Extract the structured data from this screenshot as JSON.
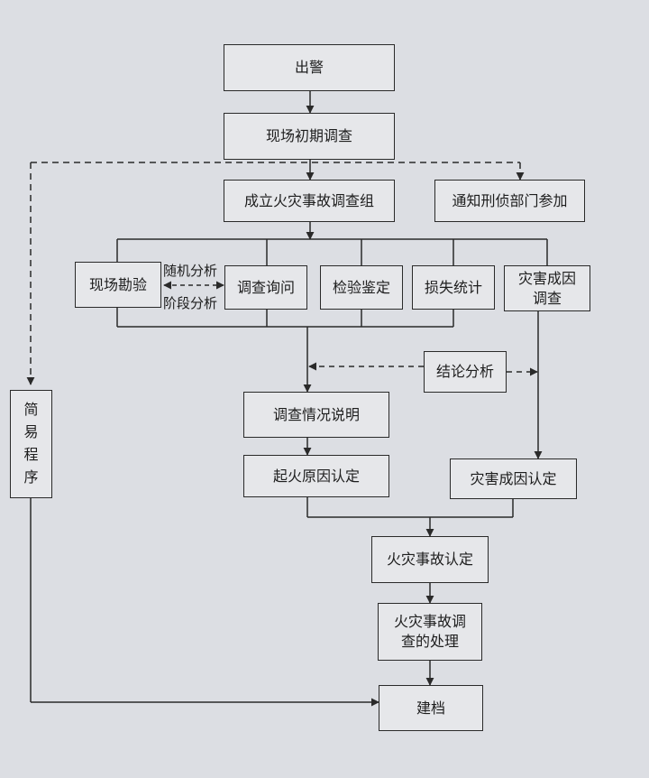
{
  "nodes": {
    "dispatch": "出警",
    "initial_survey": "现场初期调查",
    "form_team": "成立火灾事故调查组",
    "notify_police": "通知刑侦部门参加",
    "site_inspection": "现场勘验",
    "interview": "调查询问",
    "lab_test": "检验鉴定",
    "loss_stats": "损失统计",
    "disaster_cause_survey": "灾害成因调查",
    "conclusion": "结论分析",
    "situation_report": "调查情况说明",
    "fire_cause": "起火原因认定",
    "disaster_cause": "灾害成因认定",
    "accident_confirm": "火灾事故认定",
    "accident_handling": "火灾事故调查的处理",
    "archive": "建档",
    "simple_procedure": "简易程序"
  },
  "edge_labels": {
    "random": "随机分析",
    "stage": "阶段分析"
  },
  "colors": {
    "background": "#dcdee3",
    "box_fill": "#e6e7ea",
    "line": "#2a2a2a"
  }
}
